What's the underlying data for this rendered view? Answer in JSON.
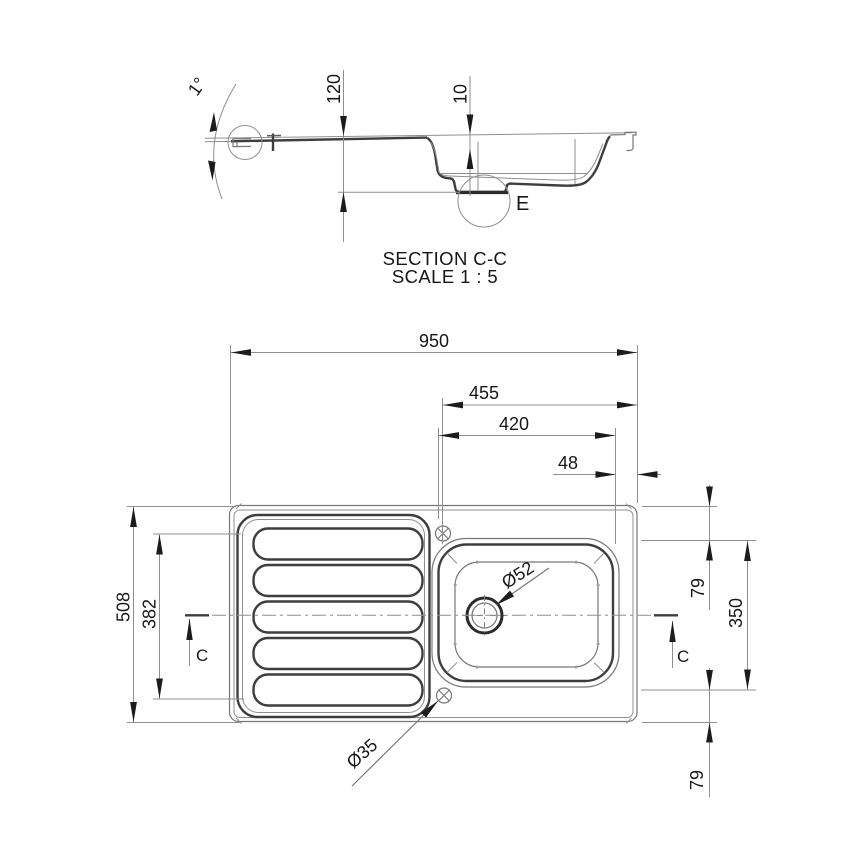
{
  "section_view": {
    "title": "SECTION C-C",
    "scale": "SCALE 1 : 5",
    "detail_label": "E",
    "angle": "1°",
    "depth": "120",
    "rim_thickness": "10"
  },
  "plan_view": {
    "overall_width": "950",
    "bowl_offset_right": "455",
    "bowl_width": "420",
    "bowl_edge_gap": "48",
    "overall_depth": "508",
    "drainer_depth": "382",
    "bowl_length": "350",
    "bowl_top_gap": "79",
    "bowl_bottom_gap": "79",
    "drain_hole_label": "Ø52",
    "tap_hole_label": "Ø35",
    "section_marker": "C"
  }
}
